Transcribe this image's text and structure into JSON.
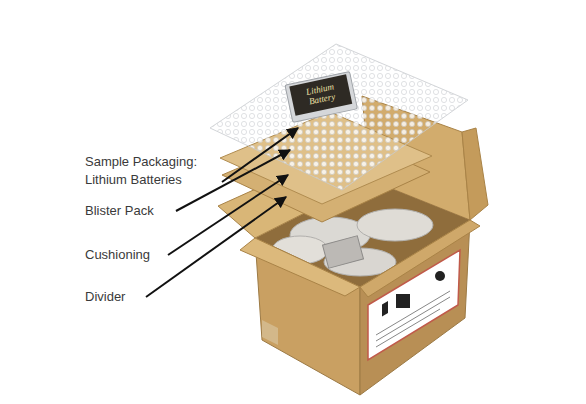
{
  "diagram": {
    "labels": [
      "Lithium Battery",
      "Sample Packaging: Lithium Batteries",
      "Blister Pack",
      "Cushioning",
      "Divider"
    ]
  }
}
